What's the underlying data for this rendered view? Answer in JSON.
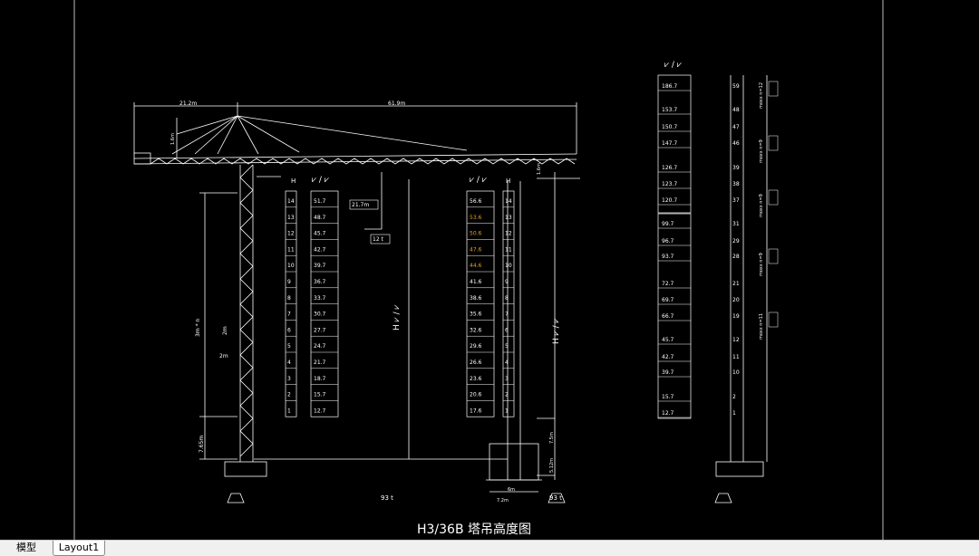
{
  "drawing": {
    "title": "H3/36B 塔吊高度图",
    "dim_back_jib": "21.2m",
    "dim_jib": "61.9m",
    "dim_small": "1.6m",
    "dim_section_h": "3m * n",
    "dim_section_side": "2m",
    "dim_section_width": "2m",
    "dim_base": "7.65m",
    "dim_left_hook": "21.7m",
    "left_hook_load": "12 t",
    "dim_right_top": "1.6m",
    "dim_foot_a": "7.5m",
    "dim_foot_b": "5.12m",
    "dim_foot_c": "6m",
    "dim_foot_d": "7.2m",
    "base_weight_left": "93 t",
    "base_weight_right": "93 t",
    "col_h": "H",
    "hook_symbol": "⩗ / ⩗"
  },
  "left_table": {
    "h_values": [
      "14",
      "13",
      "12",
      "11",
      "10",
      "9",
      "8",
      "7",
      "6",
      "5",
      "4",
      "3",
      "2",
      "1"
    ],
    "loads": [
      "51.7",
      "48.7",
      "45.7",
      "42.7",
      "39.7",
      "36.7",
      "33.7",
      "30.7",
      "27.7",
      "24.7",
      "21.7",
      "18.7",
      "15.7",
      "12.7"
    ]
  },
  "mid_table": {
    "h_values": [
      "14",
      "13",
      "12",
      "11",
      "10",
      "9",
      "8",
      "7",
      "6",
      "5",
      "4",
      "3",
      "2",
      "1"
    ],
    "loads": [
      "56.6",
      "53.6",
      "50.6",
      "47.6",
      "44.6",
      "41.6",
      "38.6",
      "35.6",
      "32.6",
      "29.6",
      "26.6",
      "23.6",
      "20.6",
      "17.6"
    ]
  },
  "right_table": {
    "loads": [
      "186.7",
      "153.7",
      "150.7",
      "147.7",
      "126.7",
      "123.7",
      "120.7",
      "99.7",
      "96.7",
      "93.7",
      "72.7",
      "69.7",
      "66.7",
      "45.7",
      "42.7",
      "39.7",
      "15.7",
      "12.7"
    ]
  },
  "mast_labels": {
    "h_values": [
      "59",
      "48",
      "47",
      "46",
      "39",
      "38",
      "37",
      "31",
      "29",
      "28",
      "21",
      "20",
      "19",
      "12",
      "11",
      "10",
      "2",
      "1"
    ],
    "notes": [
      "moxx n=12",
      "moxx n=9",
      "moxx n=9",
      "moxx n=9",
      "moxx n=11"
    ]
  },
  "tabs": {
    "model": "模型",
    "layout1": "Layout1"
  }
}
